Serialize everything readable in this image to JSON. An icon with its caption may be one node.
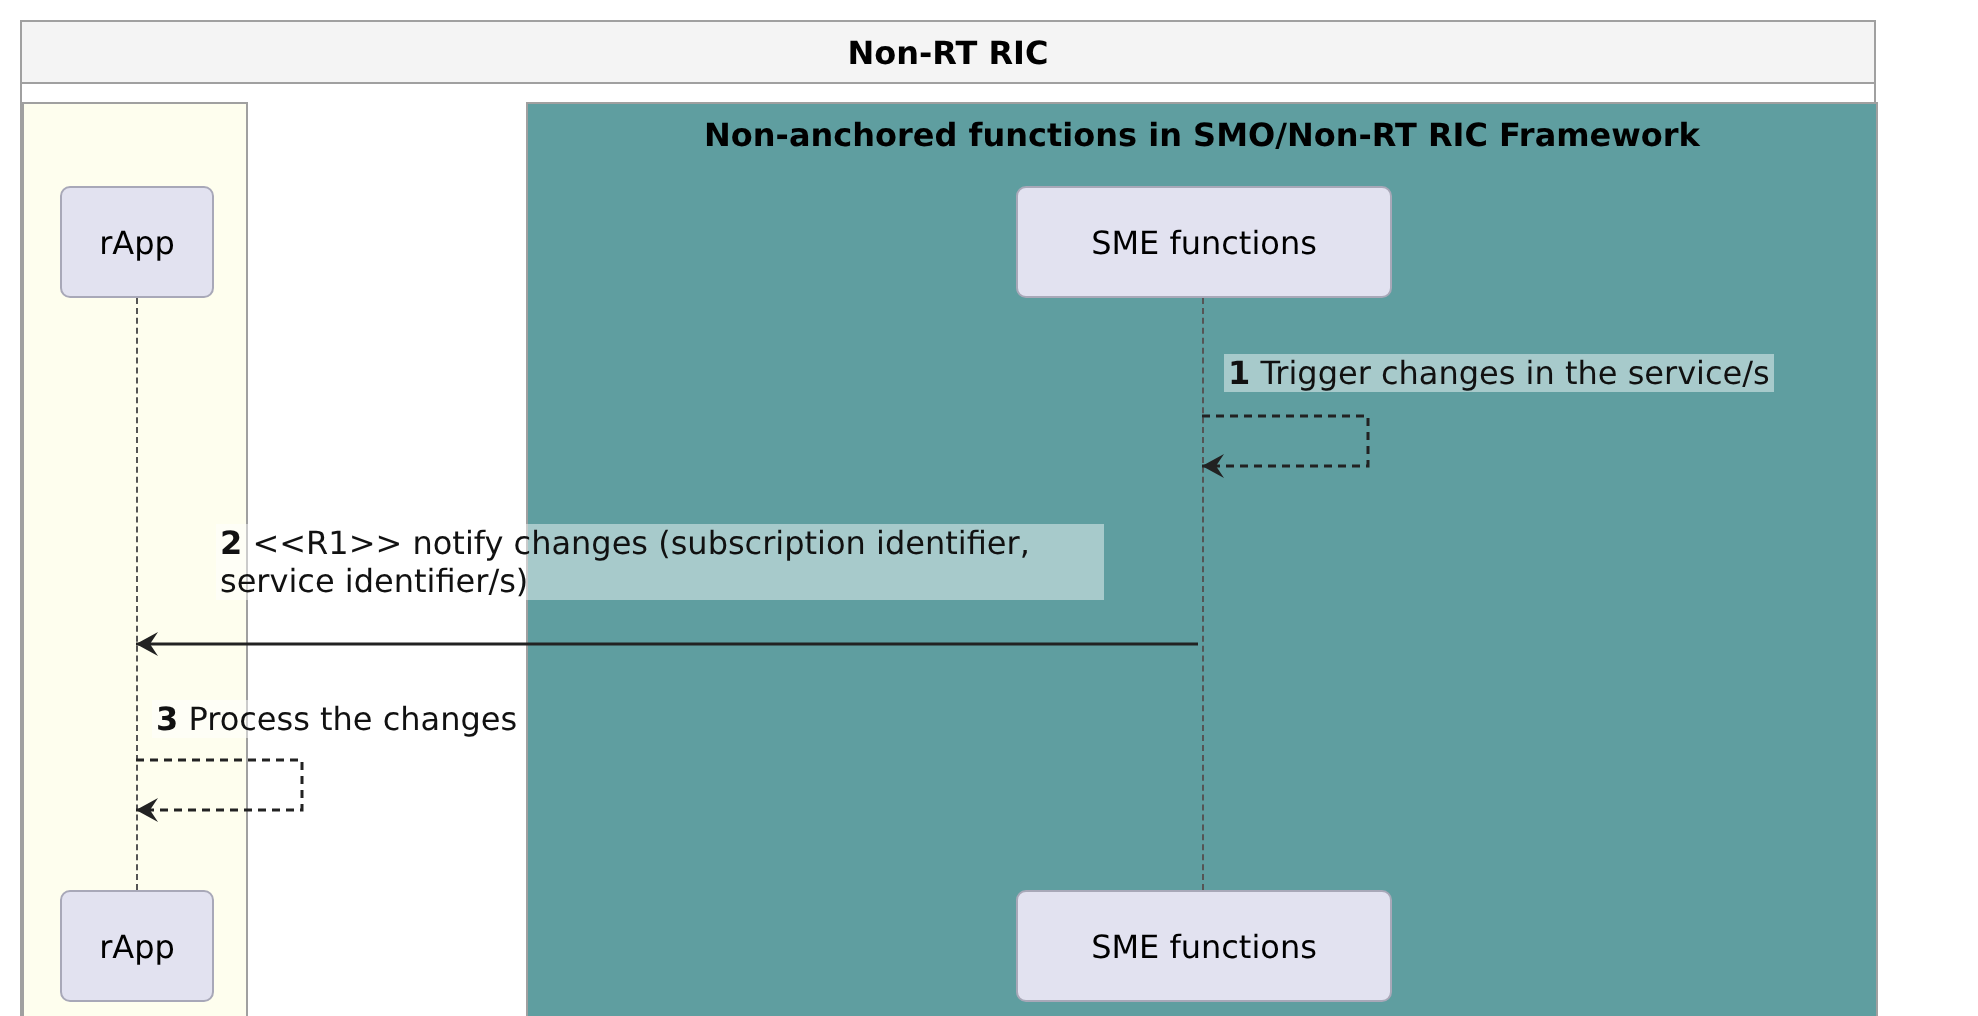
{
  "diagram": {
    "nodes": [
      {
        "text": [
          "Non-RT RIC"
        ]
      },
      {
        "text": [],
        "shape": "box",
        "in": 0
      },
      {
        "text": [
          "Non-anchored functions in SMO/Non-RT RIC Framework"
        ],
        "in": 0
      },
      {
        "text": [
          "rApp"
        ],
        "in": 1
      },
      {
        "text": [
          "SME functions"
        ],
        "in": 2
      },
      {
        "text": [
          "rApp"
        ],
        "in": 1
      },
      {
        "text": [
          "SME functions"
        ],
        "in": 2
      },
      {
        "text": [],
        "shape": "line",
        "in": 1
      },
      {
        "text": [],
        "shape": "line",
        "in": 2
      }
    ],
    "edges": [
      {
        "from": 8,
        "to": 8,
        "arrow": "to",
        "style": "dashed",
        "label": "**1** Trigger changes in the service/s"
      },
      {
        "from": 8,
        "to": 7,
        "arrow": "to",
        "label": "**2** <<R1>> notify changes (subscription identifier, service identifier/s)"
      },
      {
        "from": 7,
        "to": 7,
        "arrow": "to",
        "style": "dashed",
        "label": "**3** Process the changes"
      }
    ]
  }
}
